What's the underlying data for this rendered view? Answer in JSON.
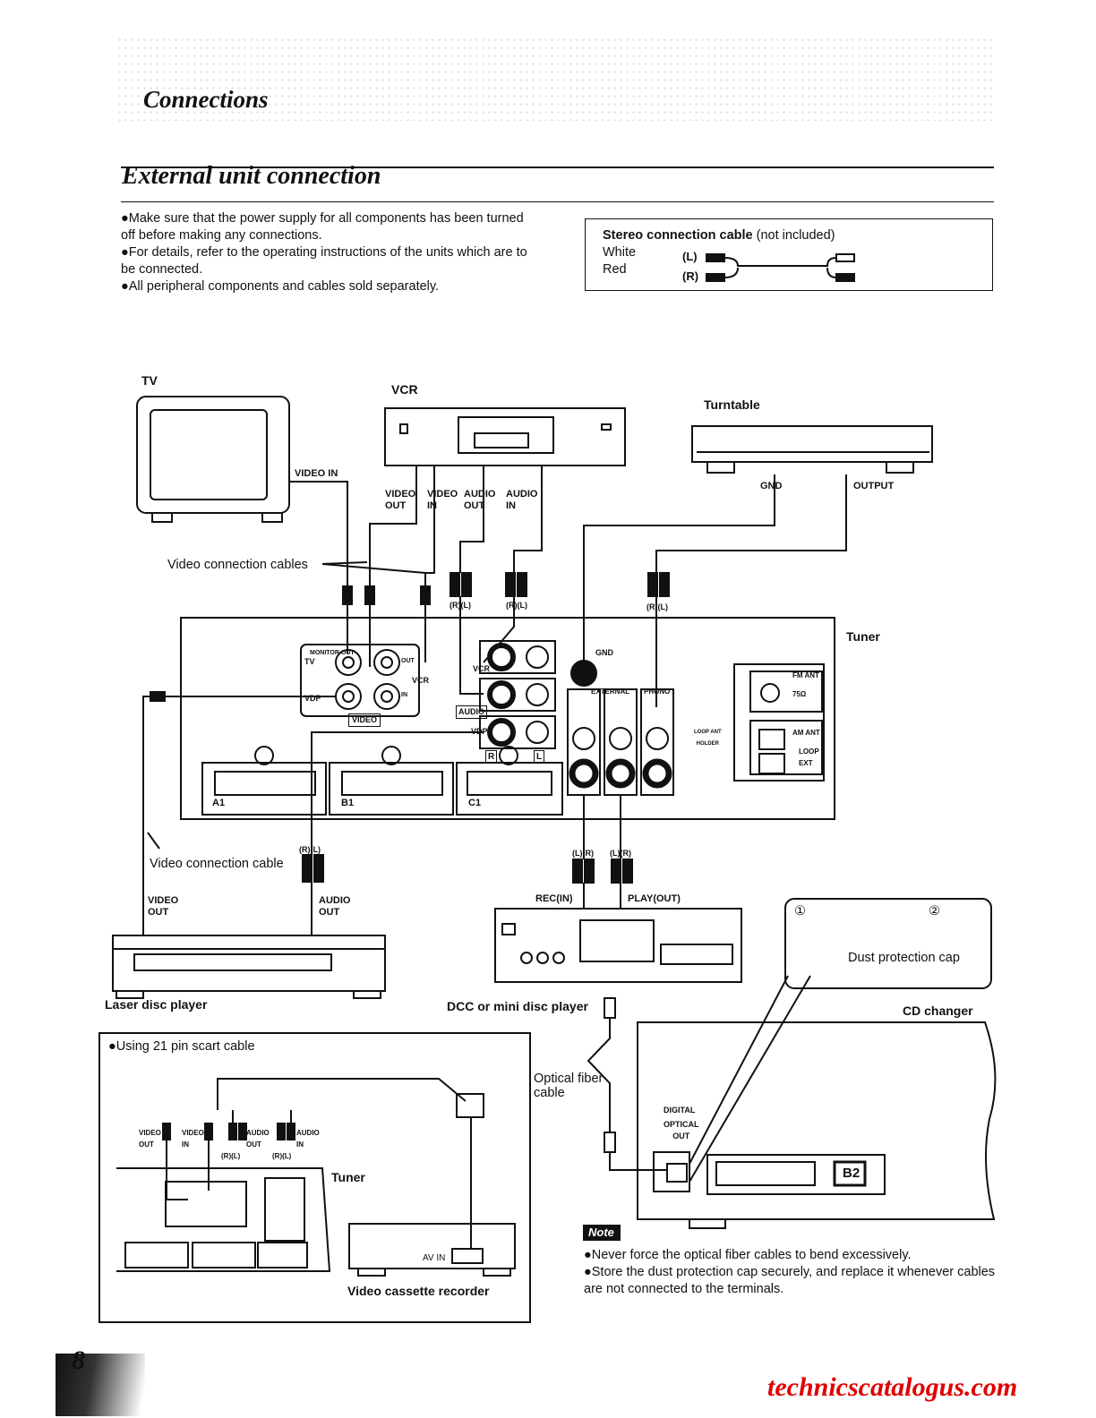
{
  "header": {
    "section": "Connections",
    "title": "External unit connection"
  },
  "intro_bullets": [
    "●Make sure that the power supply for all components has been turned off before making any connections.",
    "●For details, refer to the operating instructions of the units which are to be connected.",
    "●All peripheral components and cables sold separately."
  ],
  "cable_box": {
    "title": "Stereo connection cable",
    "note": "(not included)",
    "white": "White",
    "red": "Red",
    "left": "(L)",
    "right": "(R)"
  },
  "devices": {
    "tv": "TV",
    "vcr": "VCR",
    "turntable": "Turntable",
    "tuner": "Tuner",
    "laser_disc": "Laser disc player",
    "dcc": "DCC or mini disc player",
    "cd_changer": "CD changer",
    "vcr2": "Video cassette recorder"
  },
  "connectors": {
    "video_in": "VIDEO IN",
    "vcr_video_out": [
      "VIDEO",
      "OUT"
    ],
    "vcr_video_in": [
      "VIDEO",
      "IN"
    ],
    "vcr_audio_out": [
      "AUDIO",
      "OUT"
    ],
    "vcr_audio_in": [
      "AUDIO",
      "IN"
    ],
    "gnd": "GND",
    "output": "OUTPUT",
    "rl": "(R)(L)",
    "lr": "(L)(R)",
    "video_cables": "Video connection cables",
    "video_cable": "Video connection cable",
    "ld_video_out": [
      "VIDEO",
      "OUT"
    ],
    "ld_audio_out": [
      "AUDIO",
      "OUT"
    ],
    "rec_in": "REC(IN)",
    "play_out": "PLAY(OUT)",
    "dust_cap": "Dust protection cap",
    "step1": "①",
    "step2": "②",
    "optical_fiber": [
      "Optical fiber",
      "cable"
    ],
    "digital": "DIGITAL",
    "optical_out": [
      "OPTICAL",
      "OUT"
    ],
    "b2": "B2",
    "av_in": "AV IN"
  },
  "tuner_panel": {
    "monitor_out": "MONITOR OUT",
    "tv": "TV",
    "vdp": "VDP",
    "vcr": "VCR",
    "out": "OUT",
    "in": "IN",
    "video": "VIDEO",
    "audio": "AUDIO",
    "gnd": "GND",
    "external": "EXTERNAL",
    "phono": "PHONO",
    "loop_holder": [
      "LOOP ANT",
      "HOLDER"
    ],
    "fm_ant": "FM ANT",
    "ohm": "75Ω",
    "am_ant": "AM ANT",
    "loop_ext": [
      "LOOP",
      "EXT"
    ],
    "r": "R",
    "l": "L",
    "slot_a1": "A1",
    "slot_b1": "B1",
    "slot_c1": "C1"
  },
  "scart_box": {
    "title": "●Using 21 pin scart cable",
    "video_out": [
      "VIDEO",
      "OUT"
    ],
    "video_in": [
      "VIDEO",
      "IN"
    ],
    "audio_out": [
      "AUDIO",
      "OUT"
    ],
    "audio_in": [
      "AUDIO",
      "IN"
    ],
    "rl": "(R)(L)"
  },
  "note": {
    "label": "Note",
    "bullets": [
      "●Never force the optical fiber cables to bend excessively.",
      "●Store the dust protection cap securely, and replace it whenever cables are not connected to the terminals."
    ]
  },
  "page_number": "8",
  "watermark": "technicscatalogus.com"
}
